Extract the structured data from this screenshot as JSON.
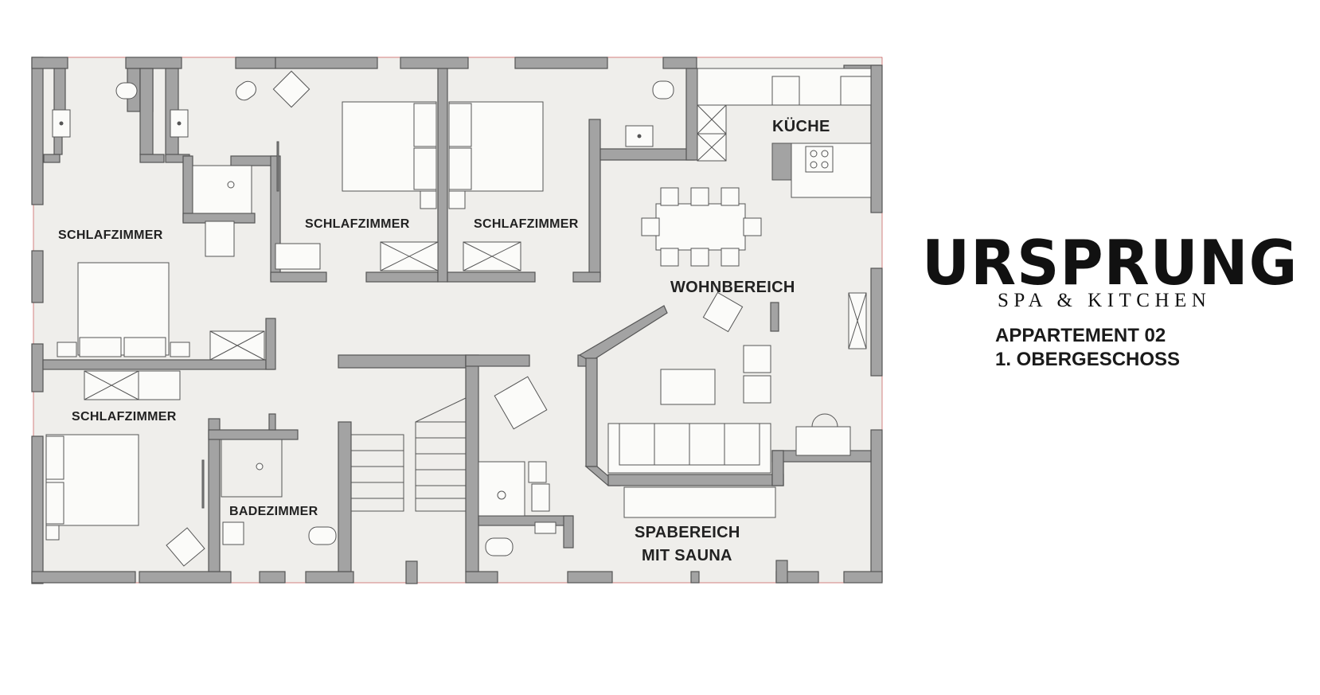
{
  "rooms": {
    "schlafzimmer_left": "SCHLAFZIMMER",
    "schlafzimmer_center_left": "SCHLAFZIMMER",
    "schlafzimmer_center_right": "SCHLAFZIMMER",
    "schlafzimmer_bottom": "SCHLAFZIMMER",
    "kueche": "KÜCHE",
    "wohnbereich": "WOHNBEREICH",
    "badezimmer": "BADEZIMMER",
    "spabereich_line1": "SPABEREICH",
    "spabereich_line2": "MIT SAUNA"
  },
  "brand": {
    "title": "URSPRUNG",
    "subtitle": "SPA & KITCHEN"
  },
  "apartment": {
    "line1": "APPARTEMENT 02",
    "line2": "1. OBERGESCHOSS"
  },
  "colors": {
    "floor": "#efeeeb",
    "wall": "#a3a3a3",
    "wall_stroke": "#555555",
    "furniture_stroke": "#555555",
    "label": "#222222"
  },
  "icons": [
    "bed-icon",
    "toilet-icon",
    "sink-icon",
    "shower-icon",
    "wardrobe-icon",
    "armchair-icon",
    "sofa-icon",
    "stove-icon",
    "dining-table-icon",
    "stairs-icon"
  ]
}
